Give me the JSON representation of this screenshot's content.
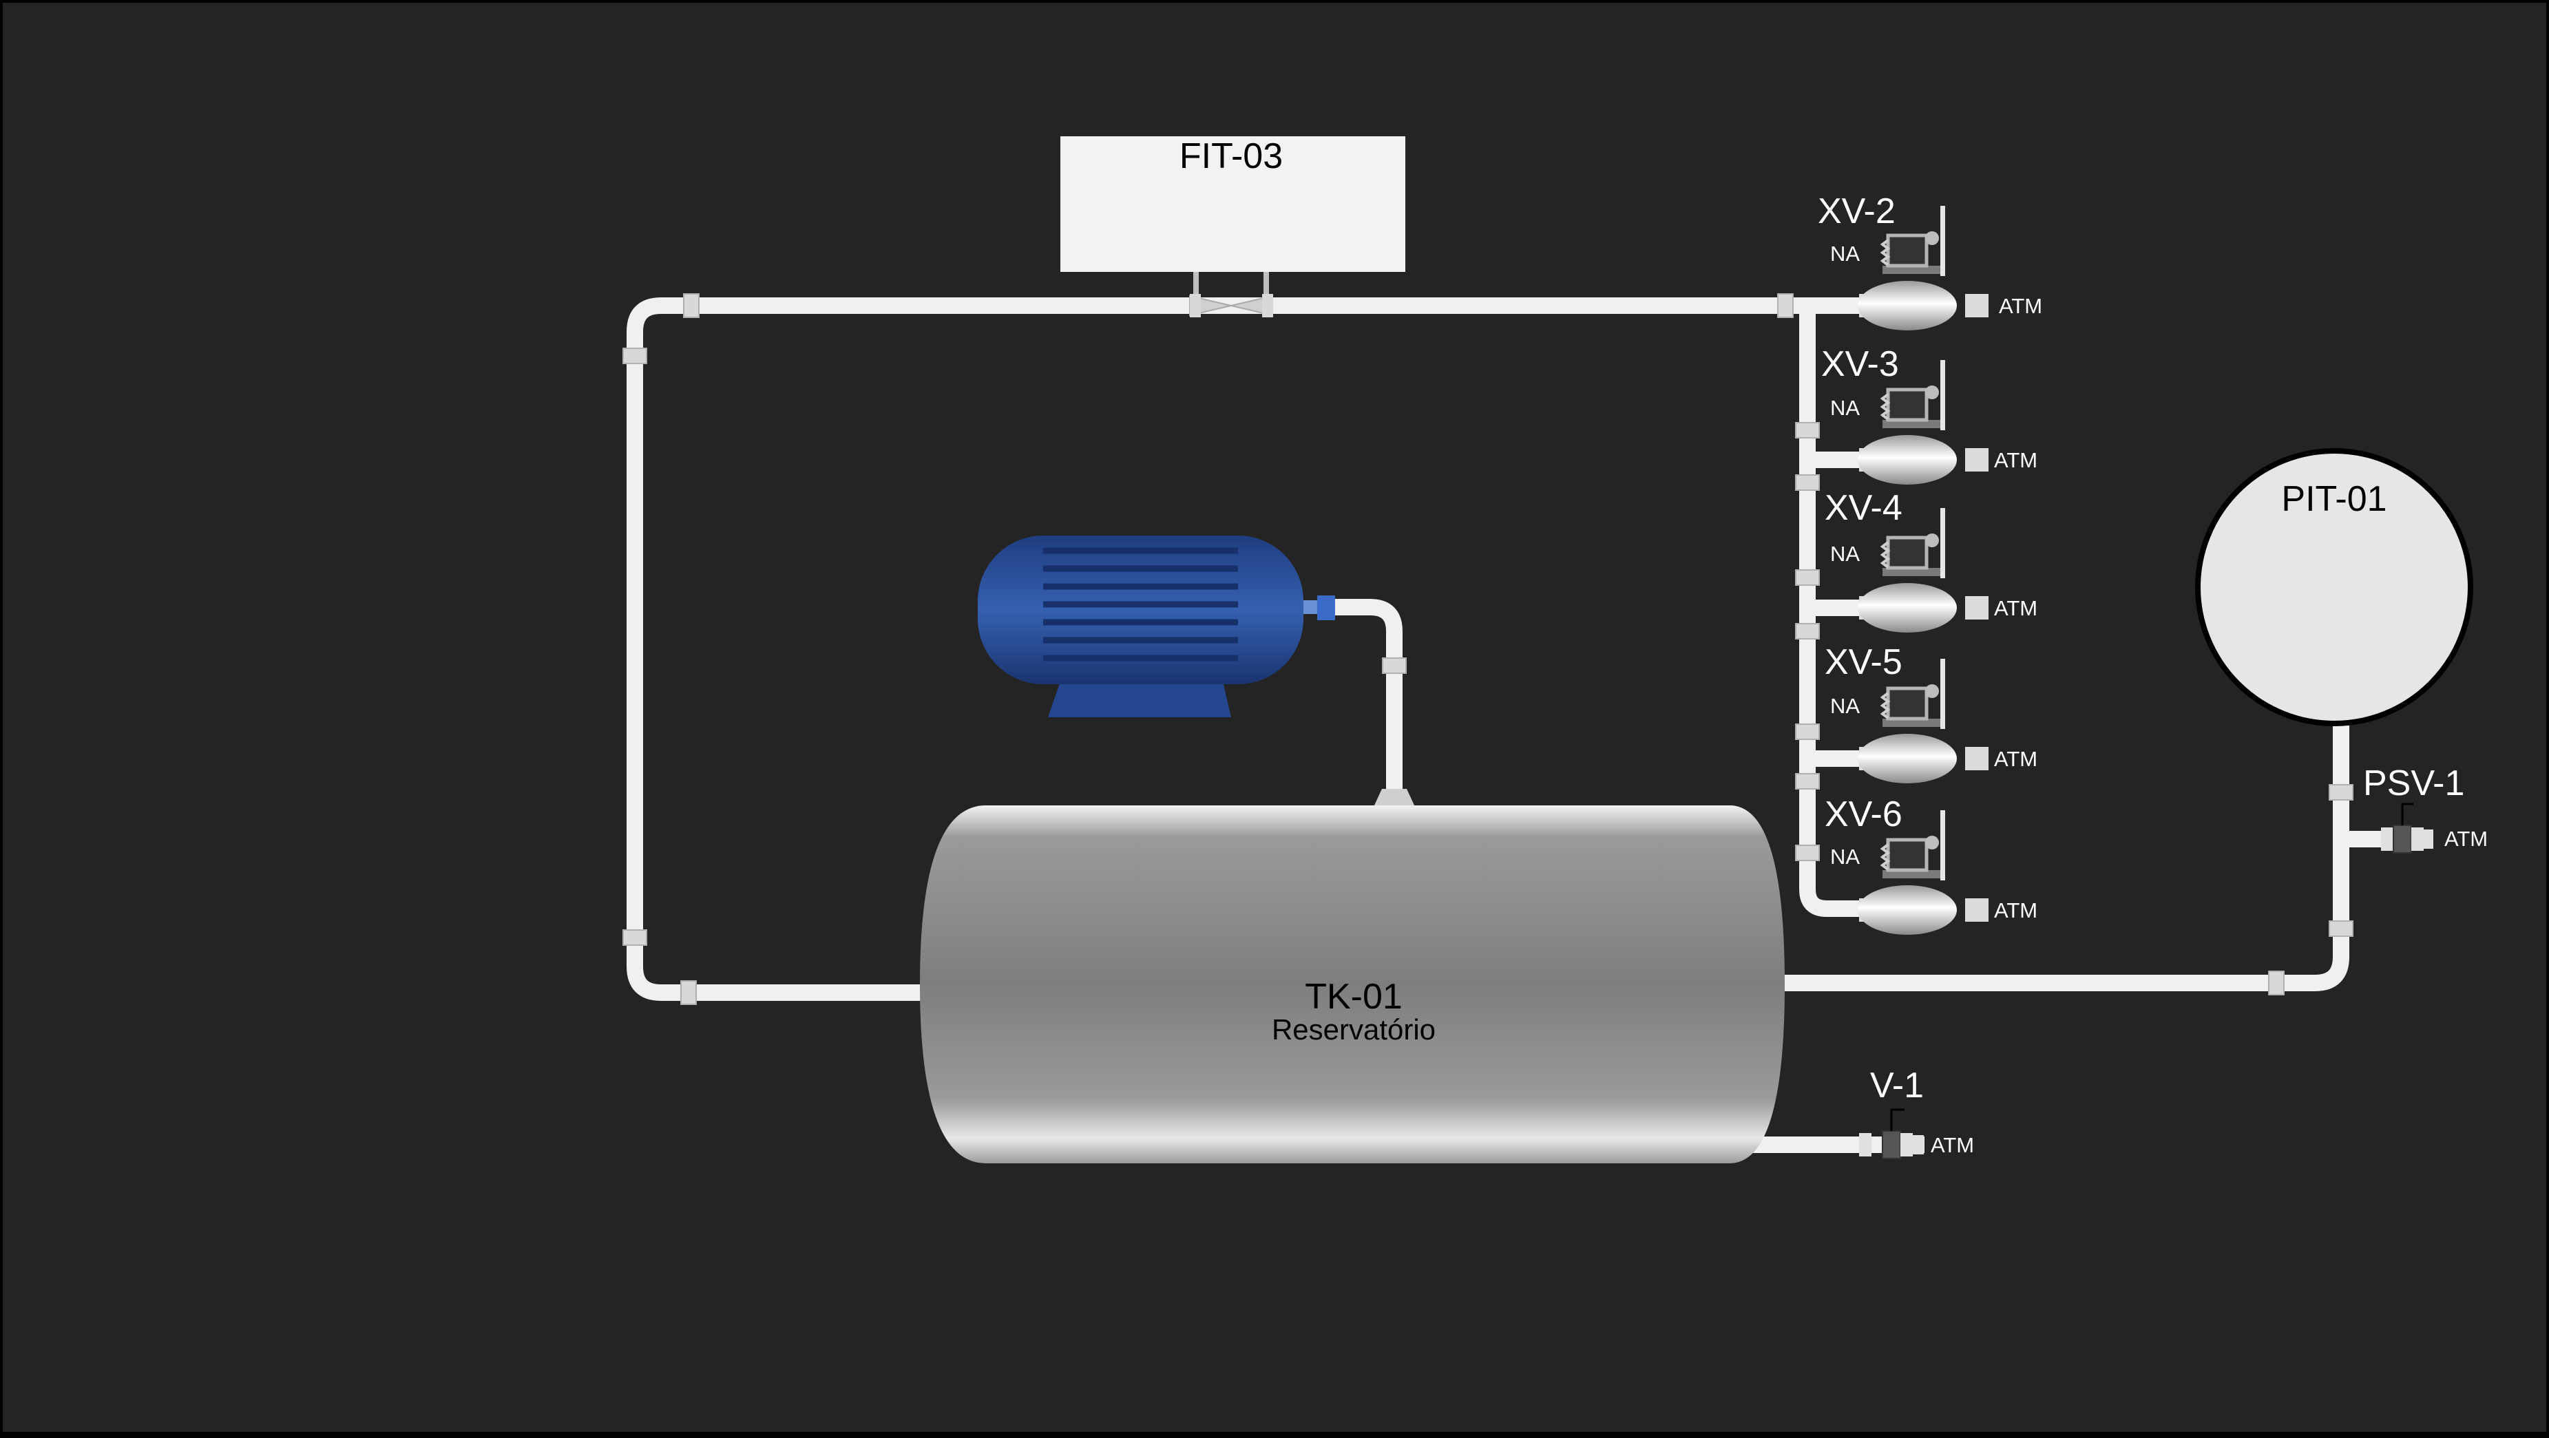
{
  "colors": {
    "background": "#242424",
    "border": "#000000",
    "pipe": "#f0f0f0",
    "tank": "#808080",
    "motor": "#2d4f9a",
    "instrument_face": "#e6e6e6",
    "text_light": "#ffffff",
    "text_dark": "#000000"
  },
  "flow_transmitter": {
    "tag": "FIT-03"
  },
  "pressure_transmitter": {
    "tag": "PIT-01"
  },
  "tank": {
    "tag": "TK-01",
    "description": "Reservatório"
  },
  "motor": {
    "icon": "electric-motor-icon"
  },
  "solenoid_valves": [
    {
      "tag": "XV-2",
      "state": "NA",
      "outlet": "ATM"
    },
    {
      "tag": "XV-3",
      "state": "NA",
      "outlet": "ATM"
    },
    {
      "tag": "XV-4",
      "state": "NA",
      "outlet": "ATM"
    },
    {
      "tag": "XV-5",
      "state": "NA",
      "outlet": "ATM"
    },
    {
      "tag": "XV-6",
      "state": "NA",
      "outlet": "ATM"
    }
  ],
  "relief_valve": {
    "tag": "PSV-1",
    "outlet": "ATM"
  },
  "drain_valve": {
    "tag": "V-1",
    "outlet": "ATM"
  }
}
